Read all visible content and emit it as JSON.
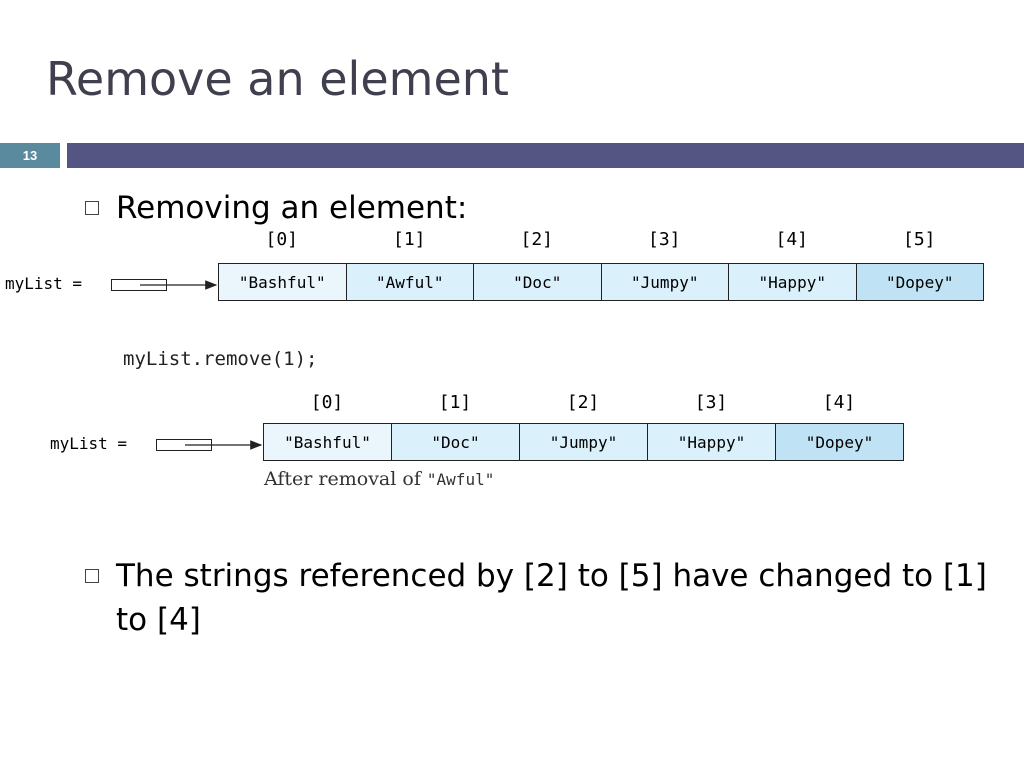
{
  "slide": {
    "title": "Remove an element",
    "number": "13",
    "accent_color": "#555584",
    "number_color": "#5a8a9e"
  },
  "bullets": [
    "Removing an element:",
    "The strings referenced by [2] to [5] have changed to [1] to [4]"
  ],
  "diagram": {
    "ref_label": "myList =",
    "before": {
      "indices": [
        "[0]",
        "[1]",
        "[2]",
        "[3]",
        "[4]",
        "[5]"
      ],
      "elements": [
        "\"Bashful\"",
        "\"Awful\"",
        "\"Doc\"",
        "\"Jumpy\"",
        "\"Happy\"",
        "\"Dopey\""
      ]
    },
    "code": "myList.remove(1);",
    "after": {
      "indices": [
        "[0]",
        "[1]",
        "[2]",
        "[3]",
        "[4]"
      ],
      "elements": [
        "\"Bashful\"",
        "\"Doc\"",
        "\"Jumpy\"",
        "\"Happy\"",
        "\"Dopey\""
      ]
    },
    "caption_prefix": "After removal of ",
    "caption_value": "\"Awful\""
  }
}
